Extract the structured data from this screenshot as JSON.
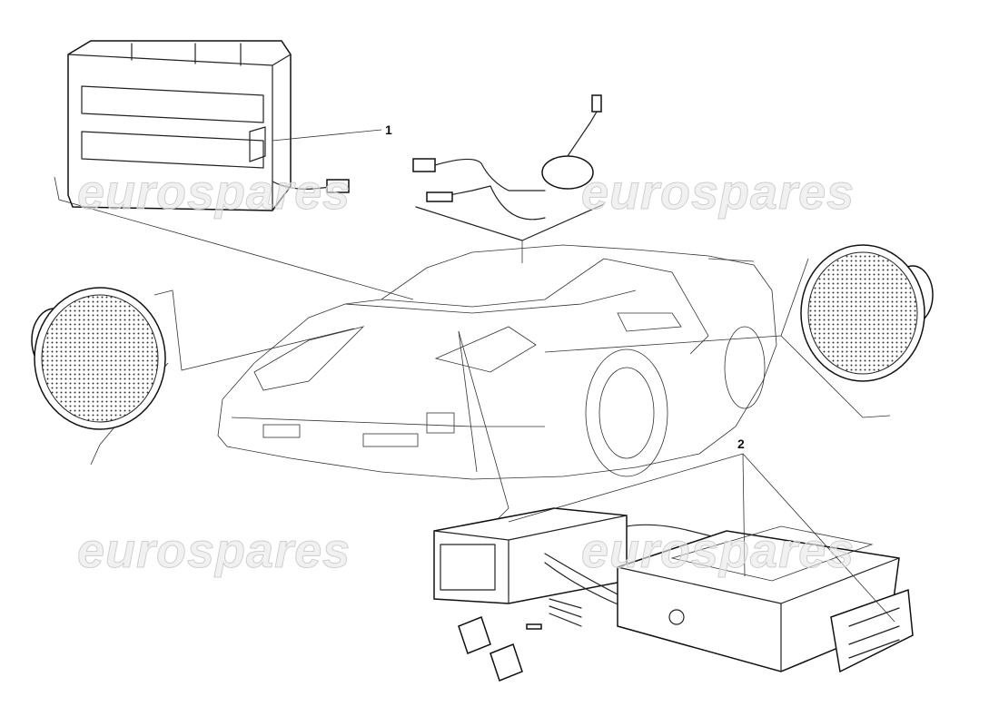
{
  "diagram": {
    "callouts": [
      "1",
      "2"
    ],
    "watermark": "eurospares"
  }
}
